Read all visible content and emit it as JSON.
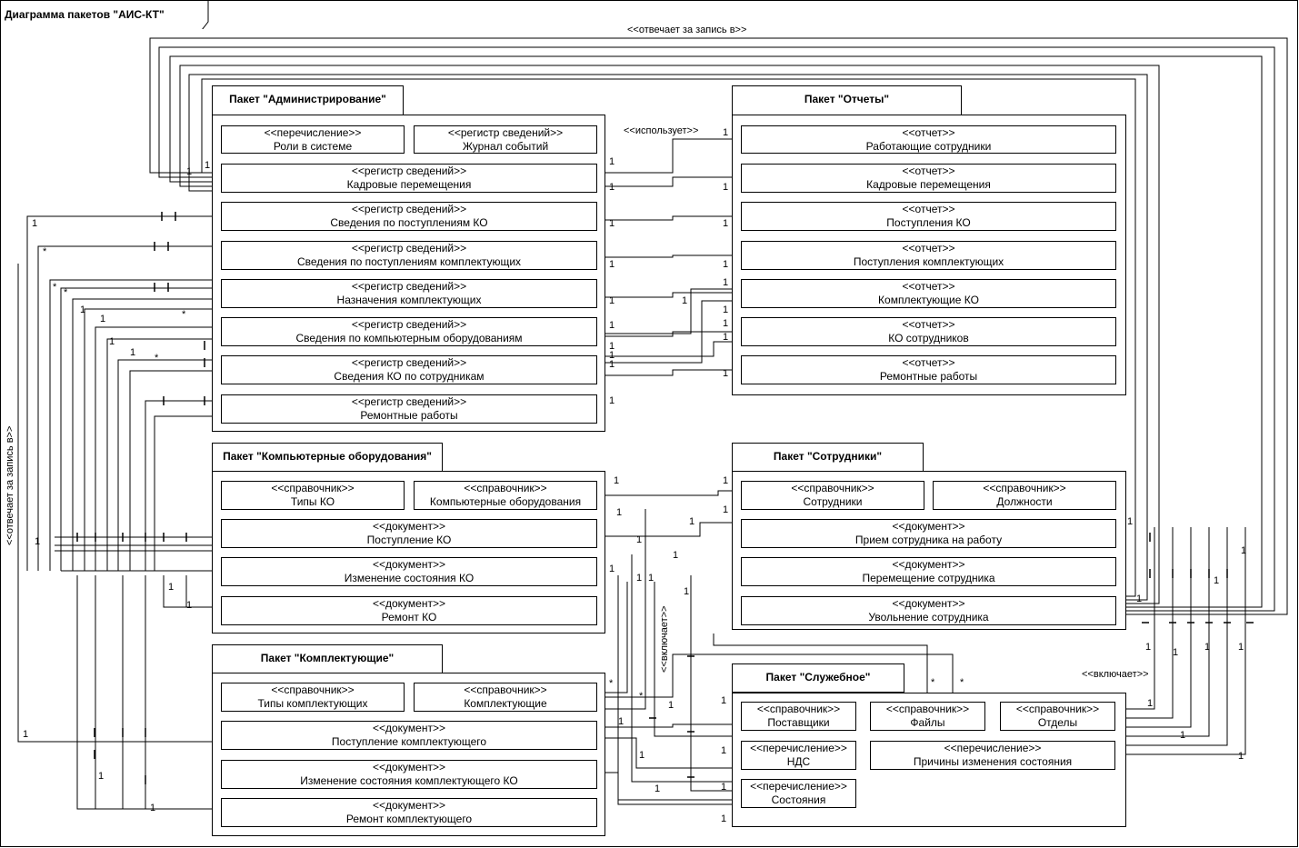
{
  "diagram": {
    "title": "Диаграмма пакетов \"АИС-КТ\"",
    "labels": {
      "top": "<<отвечает за запись в>>",
      "left": "<<отвечает за запись в>>",
      "uses": "<<использует>>",
      "includes_v": "<<включает>>",
      "includes_h": "<<включает>>"
    },
    "packages": [
      {
        "id": "admin",
        "name": "Пакет \"Администрирование\"",
        "classes": [
          {
            "st": "<<перечисление>>",
            "name": "Роли в системе"
          },
          {
            "st": "<<регистр сведений>>",
            "name": "Журнал событий"
          },
          {
            "st": "<<регистр сведений>>",
            "name": "Кадровые перемещения"
          },
          {
            "st": "<<регистр сведений>>",
            "name": "Сведения по поступлениям КО"
          },
          {
            "st": "<<регистр сведений>>",
            "name": "Сведения по поступлениям комплектующих"
          },
          {
            "st": "<<регистр сведений>>",
            "name": "Назначения комплектующих"
          },
          {
            "st": "<<регистр сведений>>",
            "name": "Сведения по компьютерным оборудованиям"
          },
          {
            "st": "<<регистр сведений>>",
            "name": "Сведения КО по сотрудникам"
          },
          {
            "st": "<<регистр сведений>>",
            "name": "Ремонтные работы"
          }
        ]
      },
      {
        "id": "reports",
        "name": "Пакет \"Отчеты\"",
        "classes": [
          {
            "st": "<<отчет>>",
            "name": "Работающие сотрудники"
          },
          {
            "st": "<<отчет>>",
            "name": "Кадровые перемещения"
          },
          {
            "st": "<<отчет>>",
            "name": "Поступления КО"
          },
          {
            "st": "<<отчет>>",
            "name": "Поступления комплектующих"
          },
          {
            "st": "<<отчет>>",
            "name": "Комплектующие КО"
          },
          {
            "st": "<<отчет>>",
            "name": "КО сотрудников"
          },
          {
            "st": "<<отчет>>",
            "name": "Ремонтные работы"
          }
        ]
      },
      {
        "id": "hw",
        "name": "Пакет \"Компьютерные оборудования\"",
        "classes": [
          {
            "st": "<<справочник>>",
            "name": "Типы КО"
          },
          {
            "st": "<<справочник>>",
            "name": "Компьютерные оборудования"
          },
          {
            "st": "<<документ>>",
            "name": "Поступление КО"
          },
          {
            "st": "<<документ>>",
            "name": "Изменение состояния КО"
          },
          {
            "st": "<<документ>>",
            "name": "Ремонт КО"
          }
        ]
      },
      {
        "id": "staff",
        "name": "Пакет \"Сотрудники\"",
        "classes": [
          {
            "st": "<<справочник>>",
            "name": "Сотрудники"
          },
          {
            "st": "<<справочник>>",
            "name": "Должности"
          },
          {
            "st": "<<документ>>",
            "name": "Прием сотрудника на работу"
          },
          {
            "st": "<<документ>>",
            "name": "Перемещение сотрудника"
          },
          {
            "st": "<<документ>>",
            "name": "Увольнение сотрудника"
          }
        ]
      },
      {
        "id": "parts",
        "name": "Пакет \"Комплектующие\"",
        "classes": [
          {
            "st": "<<справочник>>",
            "name": "Типы комплектующих"
          },
          {
            "st": "<<справочник>>",
            "name": "Комплектующие"
          },
          {
            "st": "<<документ>>",
            "name": "Поступление комплектующего"
          },
          {
            "st": "<<документ>>",
            "name": "Изменение состояния комплектующего КО"
          },
          {
            "st": "<<документ>>",
            "name": "Ремонт комплектующего"
          }
        ]
      },
      {
        "id": "service",
        "name": "Пакет \"Служебное\"",
        "classes": [
          {
            "st": "<<справочник>>",
            "name": "Поставщики"
          },
          {
            "st": "<<справочник>>",
            "name": "Файлы"
          },
          {
            "st": "<<справочник>>",
            "name": "Отделы"
          },
          {
            "st": "<<перечисление>>",
            "name": "НДС"
          },
          {
            "st": "<<перечисление>>",
            "name": "Причины изменения состояния"
          },
          {
            "st": "<<перечисление>>",
            "name": "Состояния"
          }
        ]
      }
    ],
    "multiplicities": {
      "one": "1",
      "many": "*"
    }
  }
}
